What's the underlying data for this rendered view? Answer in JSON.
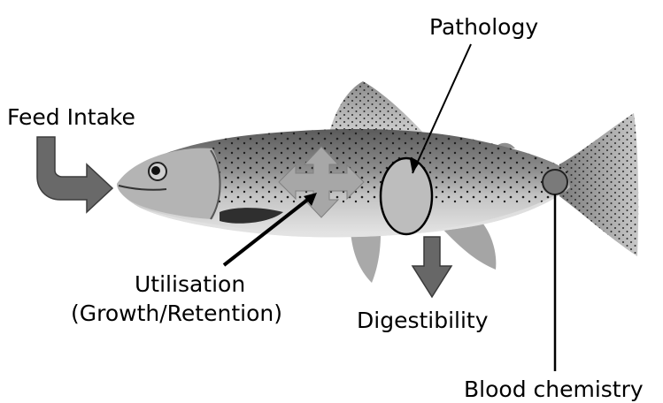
{
  "labels": {
    "feed_intake": "Feed Intake",
    "pathology": "Pathology",
    "utilisation_line1": "Utilisation",
    "utilisation_line2": "(Growth/Retention)",
    "digestibility": "Digestibility",
    "blood_chemistry": "Blood chemistry"
  },
  "colors": {
    "arrow_dark": "#686868",
    "arrow_light": "#a8a8a8",
    "marker_gray": "#7a7a7a",
    "outline": "#000000",
    "fish_body": "#b8b8b8"
  }
}
